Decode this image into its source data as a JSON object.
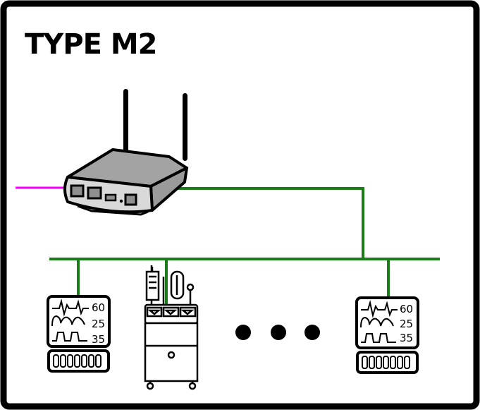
{
  "title": "TYPE M2",
  "colors": {
    "frame": "#000000",
    "network": "#1a7d1a",
    "uplink": "#ff00ff",
    "router_body": "#b8b8b8",
    "router_top": "#a3a3a3",
    "port_fill": "#8f8f8f"
  },
  "icons": {
    "router": "wifi-router-icon",
    "monitor": "patient-monitor-icon",
    "cart": "medical-cart-icon",
    "ellipsis": "ellipsis-dots-icon"
  },
  "monitor_left": {
    "values": [
      "60",
      "25",
      "35"
    ]
  },
  "monitor_right": {
    "values": [
      "60",
      "25",
      "35"
    ]
  }
}
